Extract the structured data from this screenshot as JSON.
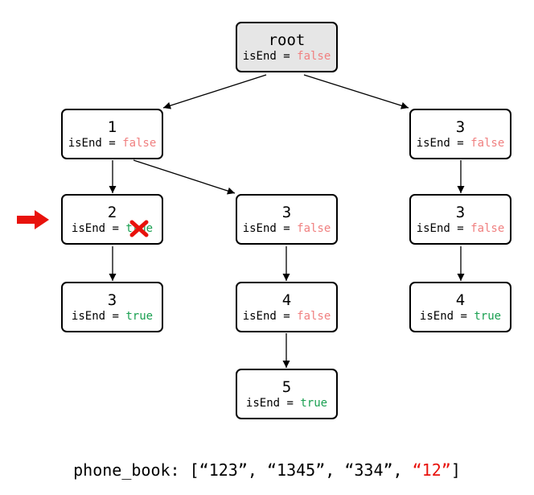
{
  "colors": {
    "true_value": "#1aa051",
    "false_value": "#f08080",
    "highlight": "#e8120c",
    "root_fill": "#e6e6e6",
    "node_border": "#000000"
  },
  "nodes": [
    {
      "id": "root",
      "key": "root",
      "flag_label": "isEnd = ",
      "flag_value": "false"
    },
    {
      "id": "n1",
      "key": "1",
      "flag_label": "isEnd = ",
      "flag_value": "false"
    },
    {
      "id": "n12",
      "key": "2",
      "flag_label": "isEnd = ",
      "flag_value": "true",
      "crossed_out": true
    },
    {
      "id": "n123",
      "key": "3",
      "flag_label": "isEnd = ",
      "flag_value": "true"
    },
    {
      "id": "n13",
      "key": "3",
      "flag_label": "isEnd = ",
      "flag_value": "false"
    },
    {
      "id": "n134",
      "key": "4",
      "flag_label": "isEnd = ",
      "flag_value": "false"
    },
    {
      "id": "n1345",
      "key": "5",
      "flag_label": "isEnd = ",
      "flag_value": "true"
    },
    {
      "id": "n3",
      "key": "3",
      "flag_label": "isEnd = ",
      "flag_value": "false"
    },
    {
      "id": "n33",
      "key": "3",
      "flag_label": "isEnd = ",
      "flag_value": "false"
    },
    {
      "id": "n334",
      "key": "4",
      "flag_label": "isEnd = ",
      "flag_value": "true"
    }
  ],
  "edges": [
    {
      "from": "root",
      "to": "n1"
    },
    {
      "from": "root",
      "to": "n3"
    },
    {
      "from": "n1",
      "to": "n12"
    },
    {
      "from": "n1",
      "to": "n13"
    },
    {
      "from": "n12",
      "to": "n123"
    },
    {
      "from": "n13",
      "to": "n134"
    },
    {
      "from": "n134",
      "to": "n1345"
    },
    {
      "from": "n3",
      "to": "n33"
    },
    {
      "from": "n33",
      "to": "n334"
    }
  ],
  "pointer": {
    "target": "n12",
    "icon": "right-arrow-icon"
  },
  "phone_book": {
    "prefix": "phone_book: [",
    "items": [
      {
        "text": "“123”",
        "highlighted": false
      },
      {
        "text": "“1345”",
        "highlighted": false
      },
      {
        "text": "“334”",
        "highlighted": false
      },
      {
        "text": "“12”",
        "highlighted": true
      }
    ],
    "separator": ", ",
    "suffix": "]"
  }
}
